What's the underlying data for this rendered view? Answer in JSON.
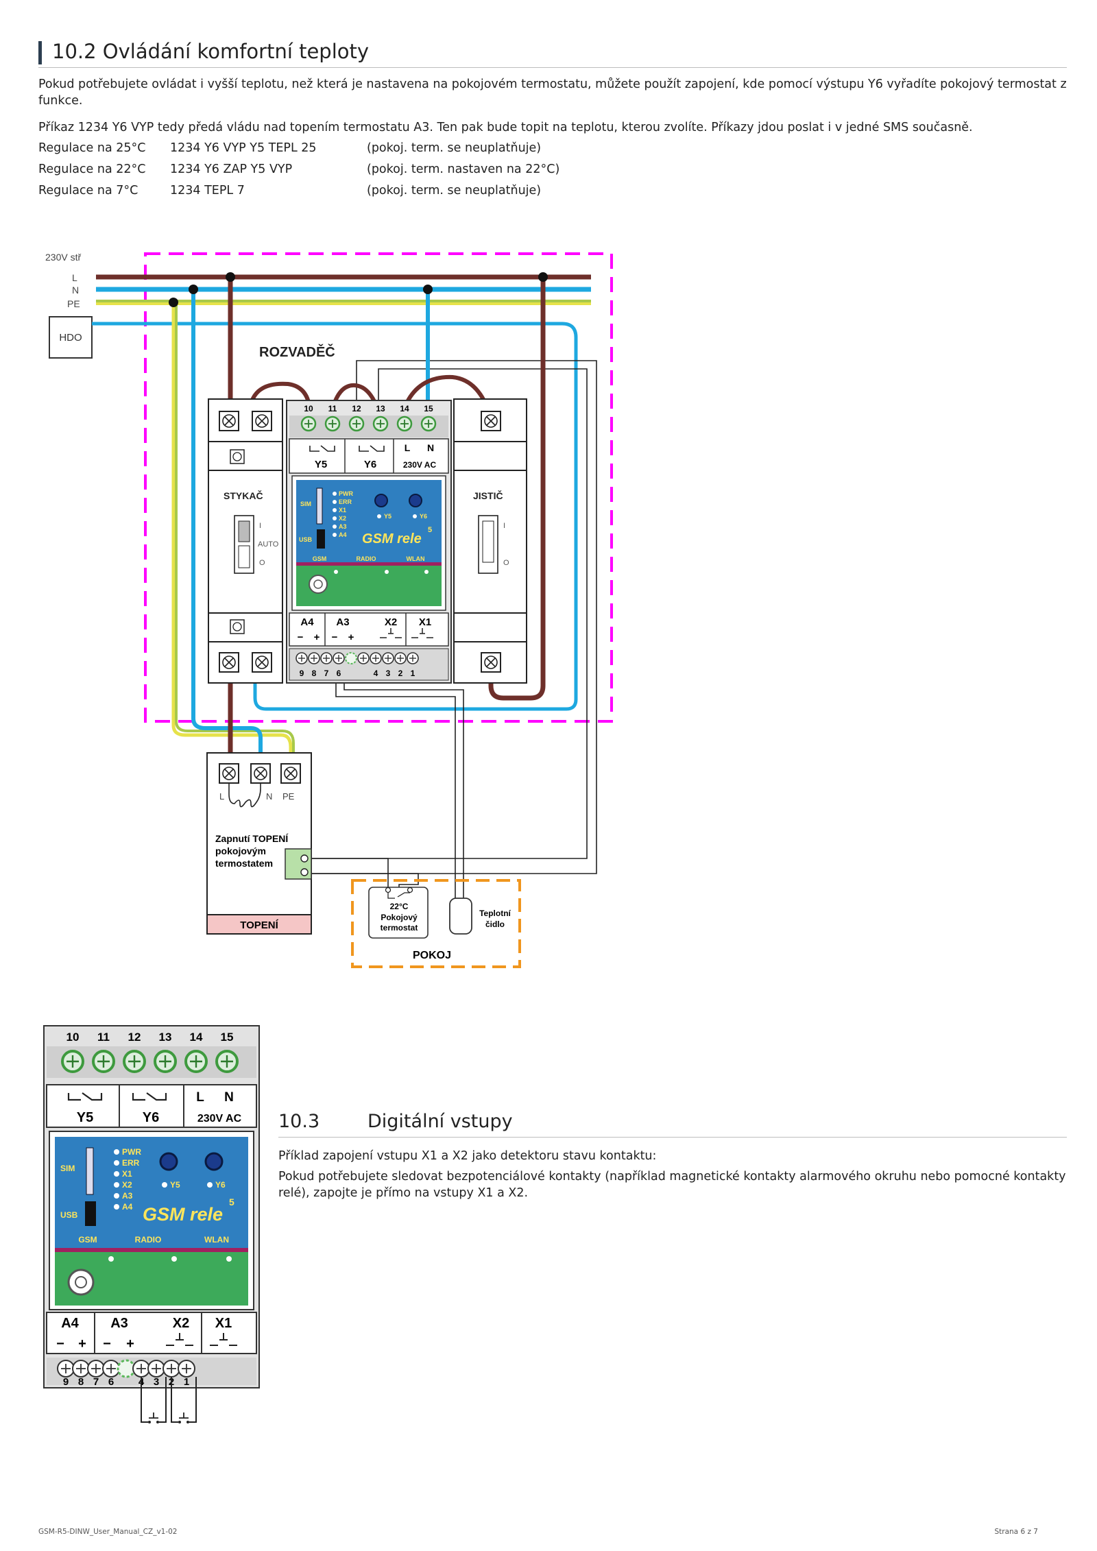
{
  "section1": {
    "title": "10.2  Ovládání komfortní teploty",
    "intro": "Pokud potřebujete ovládat i vyšší teplotu, než která je nastavena na pokojovém termostatu, můžete použít zapojení, kde pomocí výstupu Y6 vyřadíte pokojový termostat z funkce.",
    "command_text": "Příkaz 1234 Y6 VYP tedy předá vládu nad topením termostatu A3. Ten pak bude topit na teplotu, kterou zvolíte. Příkazy jdou poslat i v jedné SMS současně.",
    "rows": [
      {
        "label": "Regulace na 25°C",
        "command": "1234 Y6 VYP Y5 TEPL 25",
        "note": "(pokoj. term. se neuplatňuje)"
      },
      {
        "label": "Regulace na 22°C",
        "command": "1234 Y6 ZAP Y5 VYP",
        "note": "(pokoj. term. nastaven na 22°C)"
      },
      {
        "label": "Regulace na 7°C",
        "command": "1234 TEPL 7",
        "note": "(pokoj. term. se neuplatňuje)"
      }
    ]
  },
  "diagram": {
    "mains_label": "230V stř",
    "line_L": "L",
    "line_N": "N",
    "line_PE": "PE",
    "hdo": "HDO",
    "cabinet": "ROZVADĚČ",
    "contactor": "STYKAČ",
    "contactor_pos_on": "I",
    "contactor_pos_auto": "AUTO",
    "contactor_pos_off": "O",
    "breaker": "JISTIČ",
    "breaker_pos_on": "I",
    "breaker_pos_off": "O",
    "top_terminals": [
      "10",
      "11",
      "12",
      "13",
      "14",
      "15"
    ],
    "out_y5": "Y5",
    "out_y6": "Y6",
    "pwr_L": "L",
    "pwr_N": "N",
    "pwr_label": "230V AC",
    "leds": [
      "PWR",
      "ERR",
      "X1",
      "X2",
      "A3",
      "A4"
    ],
    "sim": "SIM",
    "usb": "USB",
    "led_y5": "Y5",
    "led_y6": "Y6",
    "brand": "GSM rele",
    "brand_sup": "5",
    "bottom_leds": [
      "GSM",
      "RADIO",
      "WLAN"
    ],
    "in_a4": "A4",
    "in_a3": "A3",
    "in_x2": "X2",
    "in_x1": "X1",
    "minus": "−",
    "plus": "+",
    "bottom_terminals": [
      "9",
      "8",
      "7",
      "6",
      "",
      "4",
      "3",
      "2",
      "1"
    ],
    "heater_L": "L",
    "heater_N": "N",
    "heater_PE": "PE",
    "heater_text_1": "Zapnutí TOPENÍ",
    "heater_text_2": "pokojovým",
    "heater_text_3": "termostatem",
    "heater_label": "TOPENÍ",
    "room": "POKOJ",
    "thermostat_temp": "22°C",
    "thermostat_1": "Pokojový",
    "thermostat_2": "termostat",
    "sensor_1": "Teplotní",
    "sensor_2": "čidlo"
  },
  "section2": {
    "number": "10.3",
    "title": "Digitální vstupy",
    "p1": "Příklad zapojení vstupu X1 a X2 jako detektoru stavu kontaktu:",
    "p2": "Pokud potřebujete sledovat bezpotenciálové kontakty (například magnetické kontakty alarmového okruhu nebo pomocné kontakty relé), zapojte je přímo na vstupy X1 a X2."
  },
  "footer": {
    "left": "GSM-R5-DINW_User_Manual_CZ_v1-02",
    "right": "Strana 6 z 7"
  },
  "colors": {
    "L": "#6e2f2a",
    "N": "#1ea8e0",
    "PE_green": "#a8c94a",
    "PE_yellow": "#e6e24a",
    "cabinet": "#ff00ff",
    "room": "#f0961e",
    "module": "#2f7fc0",
    "terminal_green": "#5ab85a"
  }
}
